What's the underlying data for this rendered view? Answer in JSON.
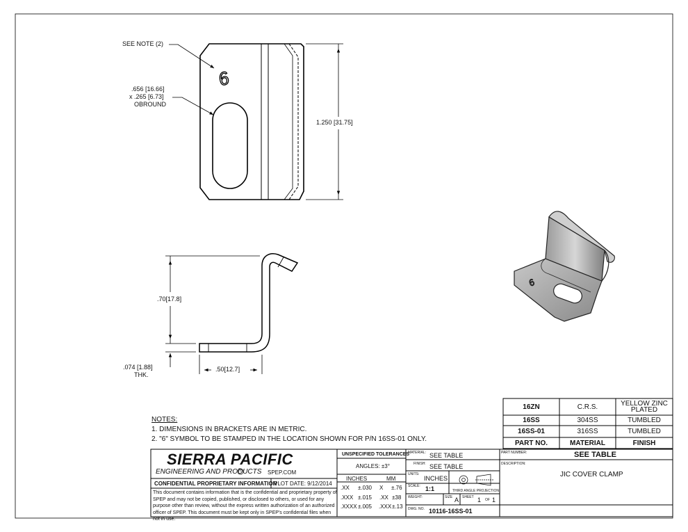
{
  "drawing": {
    "callout_note": "SEE NOTE (2)",
    "callout_slot_size": ".656 [16.66]",
    "callout_slot_size2": "x .265 [6.73]",
    "callout_slot_type": "OBROUND",
    "dim_height": "1.250",
    "dim_height_mm": "31.75",
    "dim_side_height": ".70",
    "dim_side_height_mm": "17.8",
    "dim_thickness": ".074",
    "dim_thickness_mm": "1.88",
    "dim_thickness_label": "THK.",
    "dim_width": ".50",
    "dim_width_mm": "12.7"
  },
  "parts_table": {
    "rows": [
      {
        "part": "16ZN",
        "material": "C.R.S.",
        "finish": "YELLOW ZINC PLATED"
      },
      {
        "part": "16SS",
        "material": "304SS",
        "finish": "TUMBLED"
      },
      {
        "part": "16SS-01",
        "material": "316SS",
        "finish": "TUMBLED"
      }
    ],
    "header": {
      "part": "PART NO.",
      "material": "MATERIAL",
      "finish": "FINISH"
    }
  },
  "notes": {
    "title": "NOTES:",
    "items": [
      "1.   DIMENSIONS IN BRACKETS ARE IN METRIC.",
      "2.   \"6\" SYMBOL TO  BE STAMPED IN THE LOCATION SHOWN FOR P/N 16SS-01 ONLY."
    ]
  },
  "title_block": {
    "company": "SIERRA PACIFIC",
    "company_sub": "ENGINEERING AND PRODUCTS",
    "registered": "R",
    "website": "SPEP.COM",
    "confidential_label": "CONFIDENTIAL PROPRIETARY INFORMATION",
    "plot_date": "PLOT DATE:  9/12/2014",
    "confidential_text": "This document contains information that is the confidential and proprietary property of SPEP and may not be copied, published, or disclosed to others, or used for any purpose other than review, without the express written authorization of an authorized officer of SPEP. This document must be kept only in SPEP's confidential files when not in use.",
    "tolerances_title": "UNSPECIFIED TOLERANCES",
    "angles": "ANGLES:  ±3°",
    "inches_label": "INCHES",
    "mm_label": "MM",
    "tol_rows": [
      {
        "in_key": ".XX",
        "in_val": "±.030",
        "mm_key": "X",
        "mm_val": "±.76"
      },
      {
        "in_key": ".XXX",
        "in_val": "±.015",
        "mm_key": ".XX",
        "mm_val": "±38"
      },
      {
        "in_key": ".XXXX",
        "in_val": "±.005",
        "mm_key": ".XXX",
        "mm_val": "±.13"
      }
    ],
    "material_label": "MATERIAL:",
    "material_value": "SEE TABLE",
    "finish_label": "FINISH:",
    "finish_value": "SEE TABLE",
    "units_label": "UNITS:",
    "units_value": "INCHES",
    "projection_label": "THIRD ANGLE PROJECTION",
    "scale_label": "SCALE:",
    "scale_value": "1:1",
    "weight_label": "WEIGHT:",
    "size_label": "SIZE",
    "size_value": "A",
    "sheet_label": "SHEET",
    "sheet_value": "1",
    "of_label": "OF",
    "of_value": "1",
    "dwg_label": "DWG. NO.",
    "dwg_value": "10116-16SS-01",
    "part_number_label": "PART NUMBER:",
    "part_number_value": "SEE TABLE",
    "description_label": "DESCRIPTION:",
    "description_value": "JIC COVER CLAMP"
  }
}
